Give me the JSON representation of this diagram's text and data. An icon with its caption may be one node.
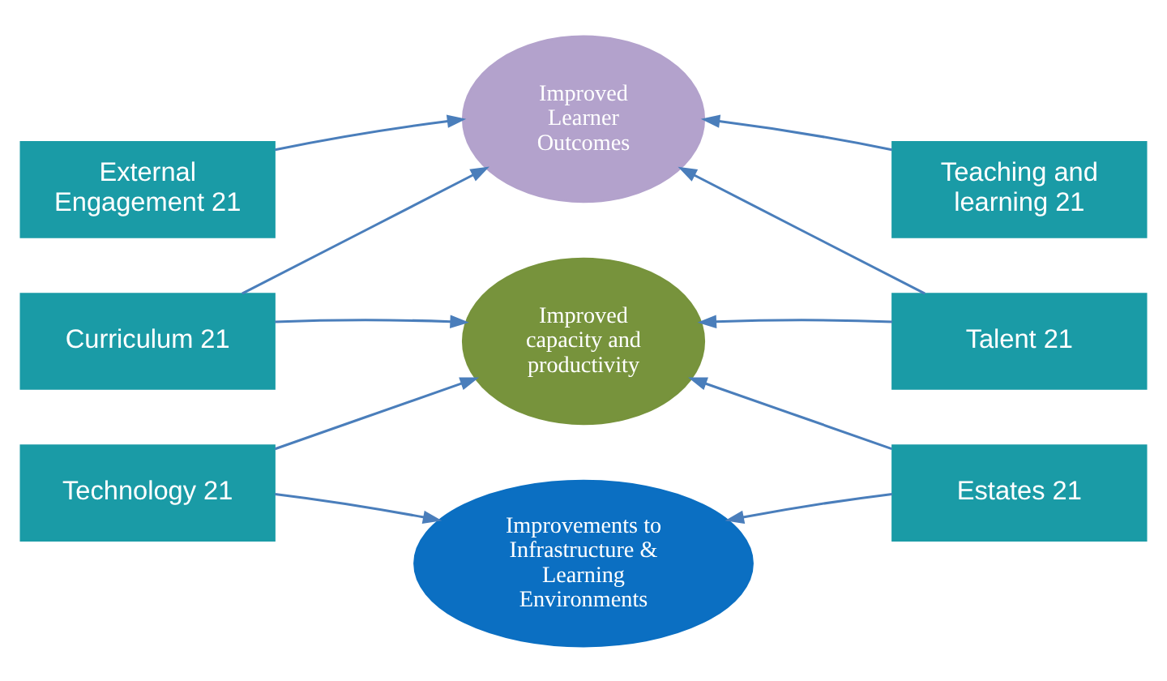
{
  "diagram": {
    "nodes": [
      {
        "text": [
          "External Engagement 21"
        ]
      },
      {
        "text": [
          "Improved Learner Outcomes"
        ]
      },
      {
        "text": [
          "Teaching and learning 21"
        ]
      },
      {
        "text": [
          "Curriculum 21"
        ]
      },
      {
        "text": [
          "Improved capacity and productivity"
        ]
      },
      {
        "text": [
          "Talent 21"
        ]
      },
      {
        "text": [
          "Technology 21"
        ]
      },
      {
        "text": [
          "Improvements to Infrastructure & Learning Environments"
        ]
      },
      {
        "text": [
          "Estates 21"
        ]
      }
    ],
    "edges": [
      {
        "from": 0,
        "to": 1,
        "arrow": "to"
      },
      {
        "from": 2,
        "to": 1,
        "arrow": "to"
      },
      {
        "from": 3,
        "to": 1,
        "arrow": "to"
      },
      {
        "from": 3,
        "to": 4,
        "arrow": "to"
      },
      {
        "from": 5,
        "to": 1,
        "arrow": "to"
      },
      {
        "from": 5,
        "to": 4,
        "arrow": "to"
      },
      {
        "from": 6,
        "to": 4,
        "arrow": "to"
      },
      {
        "from": 6,
        "to": 7,
        "arrow": "to"
      },
      {
        "from": 8,
        "to": 4,
        "arrow": "to"
      },
      {
        "from": 8,
        "to": 7,
        "arrow": "to"
      }
    ]
  }
}
